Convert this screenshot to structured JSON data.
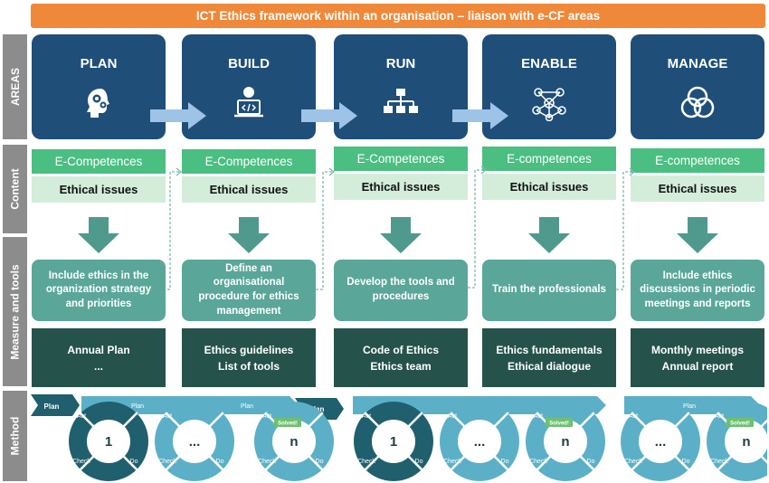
{
  "title": "ICT Ethics framework within an organisation – liaison with e-CF areas",
  "row_labels": {
    "areas": "AREAS",
    "content": "Content",
    "measure": "Measure and tools",
    "method": "Method"
  },
  "columns": [
    {
      "area": "PLAN",
      "icon": "head-gears-icon",
      "ecomp": "E-Competences",
      "ethical": "Ethical issues",
      "measure": "Include ethics in the organization strategy and priorities",
      "tools1": "Annual Plan",
      "tools2": "..."
    },
    {
      "area": "BUILD",
      "icon": "laptop-user-icon",
      "ecomp": "E-Competences",
      "ethical": "Ethical issues",
      "measure": "Define an organisational procedure for ethics management",
      "tools1": "Ethics guidelines",
      "tools2": "List of tools"
    },
    {
      "area": "RUN",
      "icon": "hierarchy-icon",
      "ecomp": "E-Competences",
      "ethical": "Ethical issues",
      "measure": "Develop the tools and procedures",
      "tools1": "Code of Ethics",
      "tools2": "Ethics team"
    },
    {
      "area": "ENABLE",
      "icon": "network-people-icon",
      "ecomp": "E-competences",
      "ethical": "Ethical issues",
      "measure": "Train the professionals",
      "tools1": "Ethics fundamentals",
      "tools2": "Ethical dialogue"
    },
    {
      "area": "MANAGE",
      "icon": "venn-circles-icon",
      "ecomp": "E-competences",
      "ethical": "Ethical issues",
      "measure": "Include ethics discussions in periodic meetings and reports",
      "tools1": "Monthly meetings",
      "tools2": "Annual report"
    }
  ],
  "method": {
    "plan": "Plan",
    "act": "Act",
    "check": "Check",
    "do": "Do",
    "solved": "Solved!",
    "cycles": [
      "1",
      "...",
      "n",
      "1",
      "...",
      "n",
      "...",
      "n"
    ]
  },
  "colors": {
    "title": "#f0883a",
    "area": "#1f4e79",
    "flow_arrow": "#9dc3e6",
    "ecomp": "#4bbf82",
    "ethical": "#d3edda",
    "down_arrow": "#4f9a8d",
    "measure": "#5aa79a",
    "tools": "#25534c",
    "cycle_dark": "#1f5f6e",
    "cycle_light": "#5bb0c8"
  }
}
